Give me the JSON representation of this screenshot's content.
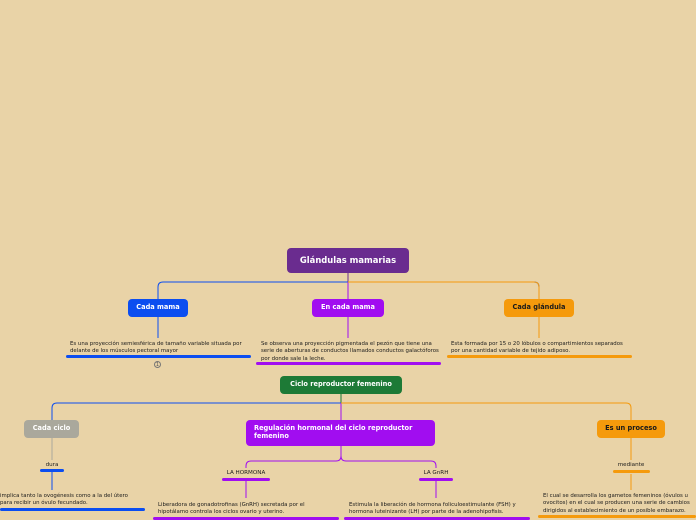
{
  "colors": {
    "background": "#e9d3a7",
    "root": "#6a2c8f",
    "blue": "#0b4df0",
    "purple": "#a10df0",
    "orange": "#f59a0c",
    "green": "#1d7a36",
    "gray": "#aaa89c"
  },
  "root": {
    "label": "Glándulas mamarias"
  },
  "mama_branches": [
    {
      "label": "Cada mama",
      "text": "Es una proyección semiesférica de tamaño variable situada por delante de los músculos pectoral mayor",
      "badge": "1"
    },
    {
      "label": "En cada mama",
      "text": "Se observa una proyección pigmentada el pezón que tiene una serie de aberturas de conductos llamados conductos galactóforos por donde sale la leche."
    },
    {
      "label": "Cada glándula",
      "text": "Esta formada por 15 o 20 lóbulos o compartimientos separados por una cantidad variable de tejido adiposo."
    }
  ],
  "cycle": {
    "label": "Ciclo reproductor femenino",
    "branches": [
      {
        "label": "Cada ciclo",
        "link": "dura",
        "text": "implica tanto la ovogénesis como a la del útero para recibir un óvulo fecundado."
      },
      {
        "label": "Regulación hormonal del ciclo reproductor femenino"
      },
      {
        "label": "Es un proceso",
        "link": "mediante",
        "text": "El cual se desarrolla los gametos femeninos (óvulos u ovocitos) en el cual se producen una serie  de cambios dirigidos al establecimiento de un posible embarazo."
      }
    ],
    "hormones": [
      {
        "label": "LA HORMONA",
        "text": "Liberadora de gonadotrofinas (GnRH) secretada por el hipotálamo controla los ciclos ovario y uterino."
      },
      {
        "label": "LA GnRH",
        "text": "Estimula la liberación de hormona foliculoestimulante (FSH) y hormona luteinizante (LH) por parte de la adenohipofisis."
      }
    ]
  }
}
